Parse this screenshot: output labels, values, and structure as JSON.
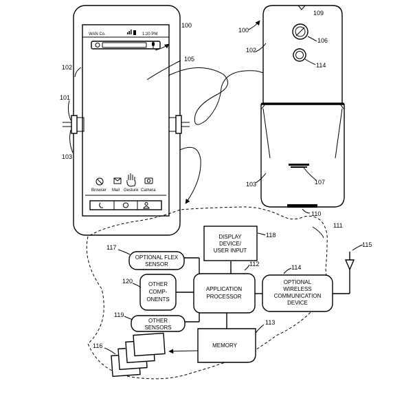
{
  "phone_screen": {
    "carrier": "WAN Co.",
    "time": "1:20 PM",
    "apps": [
      "Browser",
      "Mail",
      "Gesture",
      "Camera"
    ]
  },
  "blocks": {
    "display": [
      "DISPLAY",
      "DEVICE/",
      "USER INPUT"
    ],
    "flex": [
      "OPTIONAL FLEX",
      "SENSOR"
    ],
    "other_components": [
      "OTHER",
      "COMP-",
      "ONENTS"
    ],
    "app_processor": [
      "APPLICATION",
      "PROCESSOR"
    ],
    "wireless": [
      "OPTIONAL",
      "WIRELESS",
      "COMMUNICATION",
      "DEVICE"
    ],
    "other_sensors": [
      "OTHER",
      "SENSORS"
    ],
    "memory": [
      "MEMORY"
    ]
  },
  "refs": {
    "r100a": "100",
    "r101": "101",
    "r102a": "102",
    "r103a": "103",
    "r105": "105",
    "r100b": "100",
    "r109": "109",
    "r106": "106",
    "r102b": "102",
    "r114a": "114",
    "r103b": "103",
    "r107": "107",
    "r110": "110",
    "r111": "111",
    "r115": "115",
    "r117": "117",
    "r118": "118",
    "r112": "112",
    "r114b": "114",
    "r120": "120",
    "r119": "119",
    "r113": "113",
    "r116": "116"
  }
}
